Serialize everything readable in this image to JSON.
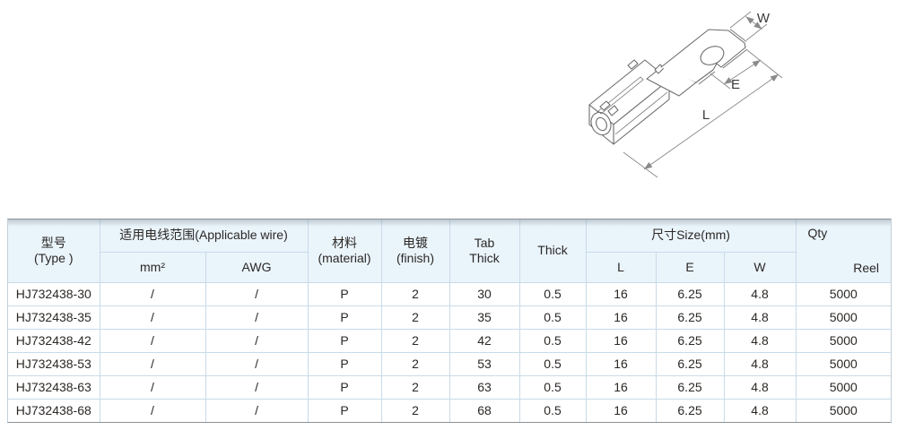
{
  "diagram": {
    "dim_labels": {
      "w": "W",
      "e": "E",
      "l": "L"
    },
    "line_color": "#6e6e6e",
    "dim_line_color": "#8a8a8a",
    "label_color": "#3a3a3a"
  },
  "table": {
    "colors": {
      "header_bg": "#eaf4fb",
      "grid": "#c8dbe9",
      "outer_border": "#8d9398",
      "text": "#2b2826"
    },
    "header": {
      "type_zh": "型号",
      "type_en": "(Type )",
      "wire_range": "适用电线范围(Applicable wire)",
      "mm2": "mm²",
      "awg": "AWG",
      "material_zh": "材料",
      "material_en": "(material)",
      "finish_zh": "电镀",
      "finish_en": "(finish)",
      "tab_thick_line1": "Tab",
      "tab_thick_line2": "Thick",
      "thick": "Thick",
      "size": "尺寸Size(mm)",
      "dim_l": "L",
      "dim_e": "E",
      "dim_w": "W",
      "qty": "Qty",
      "reel": "Reel"
    },
    "rows": [
      {
        "type": "HJ732438-30",
        "mm2": "/",
        "awg": "/",
        "material": "P",
        "finish": "2",
        "tab_thick": "30",
        "thick": "0.5",
        "l": "16",
        "e": "6.25",
        "w": "4.8",
        "qty": "5000"
      },
      {
        "type": "HJ732438-35",
        "mm2": "/",
        "awg": "/",
        "material": "P",
        "finish": "2",
        "tab_thick": "35",
        "thick": "0.5",
        "l": "16",
        "e": "6.25",
        "w": "4.8",
        "qty": "5000"
      },
      {
        "type": "HJ732438-42",
        "mm2": "/",
        "awg": "/",
        "material": "P",
        "finish": "2",
        "tab_thick": "42",
        "thick": "0.5",
        "l": "16",
        "e": "6.25",
        "w": "4.8",
        "qty": "5000"
      },
      {
        "type": "HJ732438-53",
        "mm2": "/",
        "awg": "/",
        "material": "P",
        "finish": "2",
        "tab_thick": "53",
        "thick": "0.5",
        "l": "16",
        "e": "6.25",
        "w": "4.8",
        "qty": "5000"
      },
      {
        "type": "HJ732438-63",
        "mm2": "/",
        "awg": "/",
        "material": "P",
        "finish": "2",
        "tab_thick": "63",
        "thick": "0.5",
        "l": "16",
        "e": "6.25",
        "w": "4.8",
        "qty": "5000"
      },
      {
        "type": "HJ732438-68",
        "mm2": "/",
        "awg": "/",
        "material": "P",
        "finish": "2",
        "tab_thick": "68",
        "thick": "0.5",
        "l": "16",
        "e": "6.25",
        "w": "4.8",
        "qty": "5000"
      }
    ]
  }
}
